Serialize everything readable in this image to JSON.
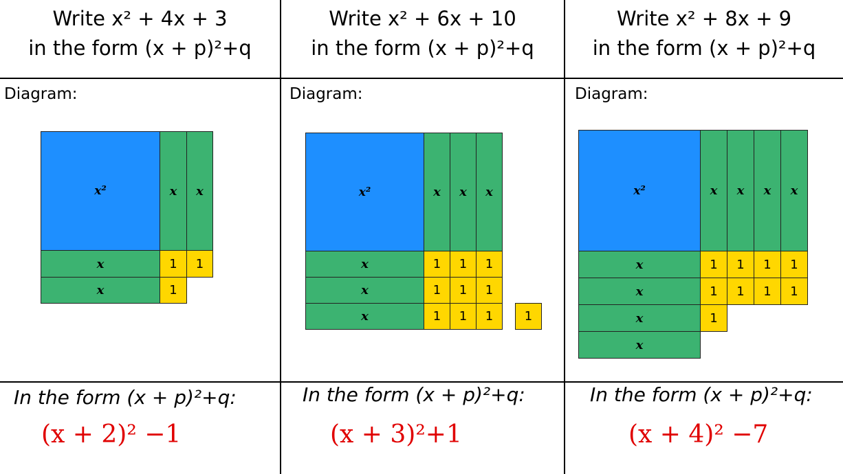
{
  "panels": [
    {
      "header_line1": "Write x² + 4x + 3",
      "header_line2": "in the form (x + p)²+q",
      "diagram_label": "Diagram:",
      "form_label": "In the form (x + p)²+q:",
      "answer": "(x + 2)² −1",
      "square_label": "x²",
      "tile_x_label": "x",
      "tile_one_label": "1",
      "right_strips": 2,
      "bottom_strips": 2,
      "unit_tiles": 3
    },
    {
      "header_line1": "Write x² + 6x + 10",
      "header_line2": "in the form (x + p)²+q",
      "diagram_label": "Diagram:",
      "form_label": "In the form (x + p)²+q:",
      "answer": "(x + 3)²+1",
      "square_label": "x²",
      "tile_x_label": "x",
      "tile_one_label": "1",
      "right_strips": 3,
      "bottom_strips": 3,
      "unit_tiles": 10
    },
    {
      "header_line1": "Write x² + 8x + 9",
      "header_line2": "in the form (x + p)²+q",
      "diagram_label": "Diagram:",
      "form_label": "In the form (x + p)²+q:",
      "answer": "(x + 4)² −7",
      "square_label": "x²",
      "tile_x_label": "x",
      "tile_one_label": "1",
      "right_strips": 4,
      "bottom_strips": 4,
      "unit_tiles": 9
    }
  ],
  "colors": {
    "square": "#1e8fff",
    "strip": "#3cb371",
    "unit": "#ffd700",
    "answer": "#e00000"
  }
}
